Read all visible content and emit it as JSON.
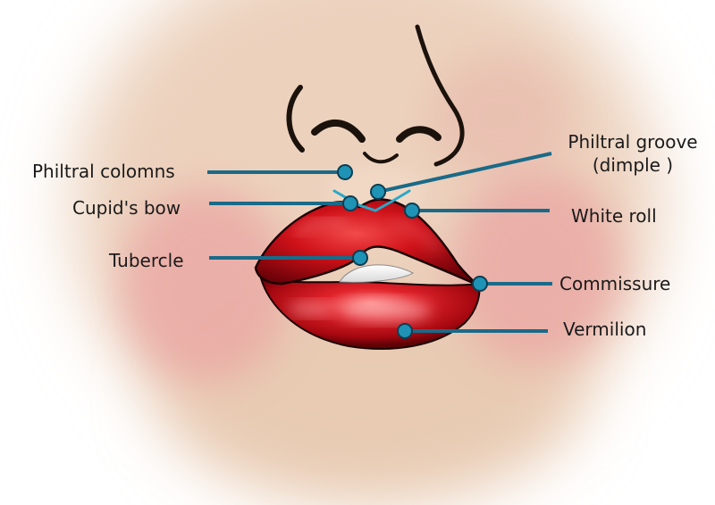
{
  "labels": {
    "philtral_colomns": "Philtral colomns",
    "cupids_bow": "Cupid's bow",
    "tubercle": "Tubercle",
    "philtral_groove_line1": "Philtral groove",
    "philtral_groove_line2": "(dimple )",
    "white_roll": "White roll",
    "commissure": "Commissure",
    "vermilion": "Vermilion"
  },
  "colors": {
    "leader_line": "#1a6a88",
    "marker_fill": "#1f93b5",
    "lip_red": "#d0121c",
    "lip_dark": "#6a0208",
    "skin": "#ecd2bd",
    "blush": "#e89a9a"
  }
}
